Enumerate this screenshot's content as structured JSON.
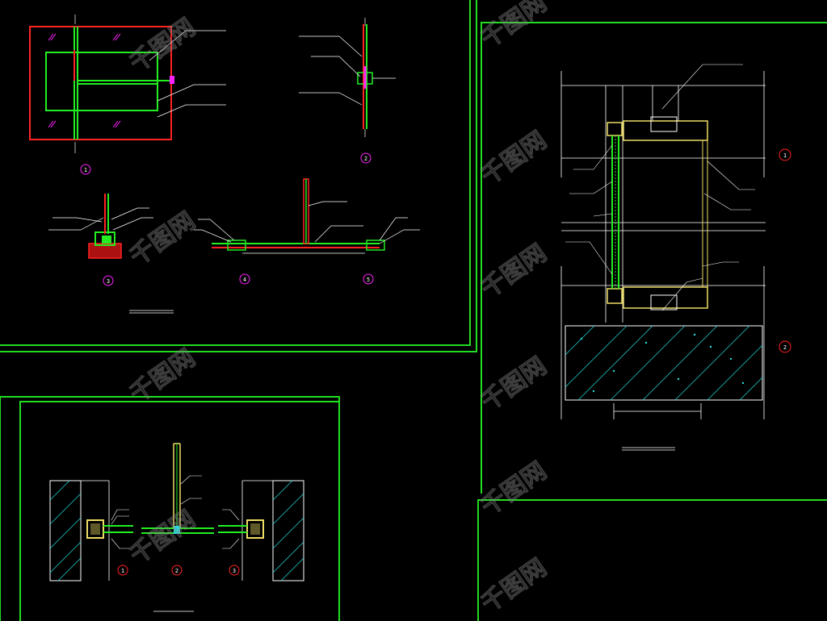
{
  "colors": {
    "background": "#000000",
    "frame": "#22dd22",
    "wall": "#ff2222",
    "glass": "#ffffff",
    "profile": "#22ee22",
    "trim": "#eedd66",
    "marker": "#ff22ff",
    "concrete": "#22dddd",
    "annotation": "#ffffff"
  },
  "markers": {
    "top_left": [
      "1",
      "2",
      "3",
      "4",
      "5"
    ],
    "right": [
      "1",
      "2"
    ],
    "bottom": [
      "1",
      "2",
      "3"
    ]
  },
  "watermark": "千图网"
}
